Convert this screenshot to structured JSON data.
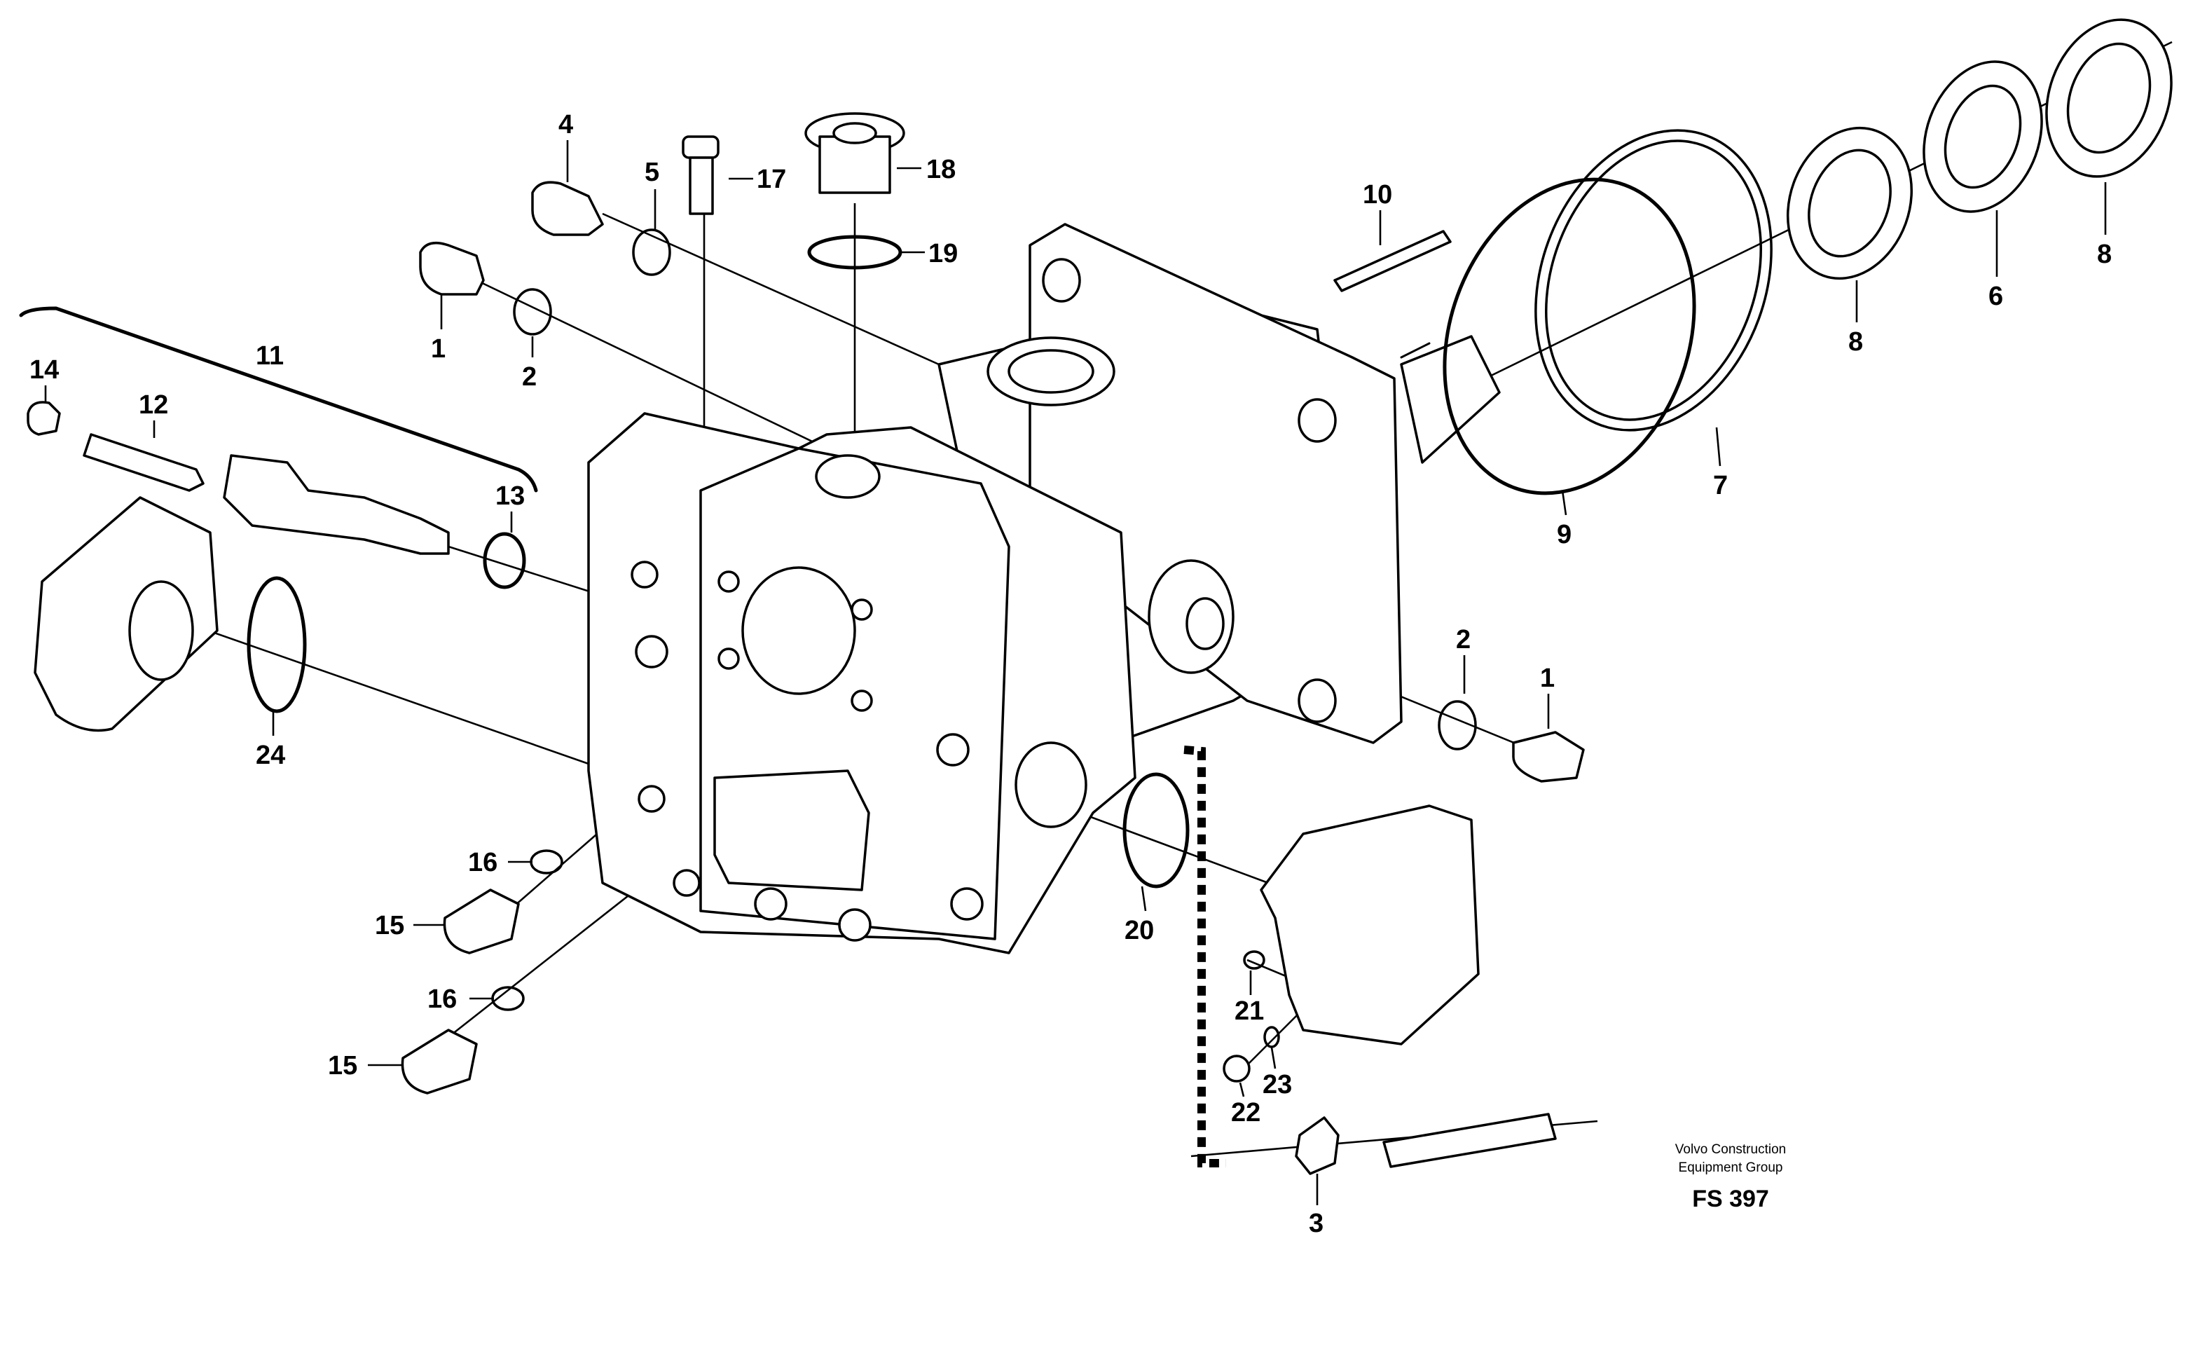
{
  "callouts": {
    "c1a": "1",
    "c1b": "1",
    "c2a": "2",
    "c2b": "2",
    "c3": "3",
    "c4": "4",
    "c5": "5",
    "c6": "6",
    "c7": "7",
    "c8a": "8",
    "c8b": "8",
    "c9": "9",
    "c10": "10",
    "c11": "11",
    "c12": "12",
    "c13": "13",
    "c14": "14",
    "c15a": "15",
    "c15b": "15",
    "c16a": "16",
    "c16b": "16",
    "c17": "17",
    "c18": "18",
    "c19": "19",
    "c20": "20",
    "c21": "21",
    "c22": "22",
    "c23": "23",
    "c24": "24"
  },
  "credit": {
    "line1": "Volvo Construction",
    "line2": "Equipment Group"
  },
  "figure_id": "FS 397",
  "colors": {
    "ink": "#000000",
    "paper": "#ffffff"
  }
}
